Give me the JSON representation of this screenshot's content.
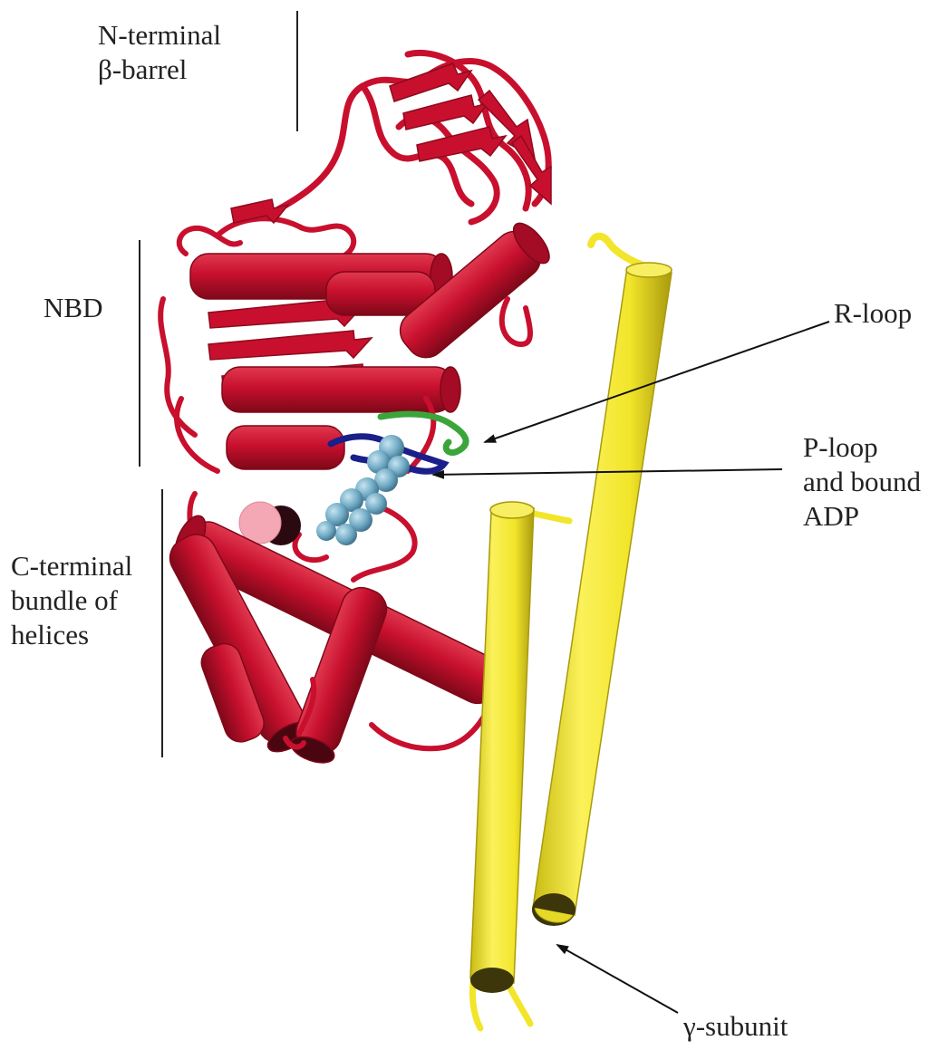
{
  "labels": {
    "n_terminal": [
      "N-terminal",
      "β-barrel"
    ],
    "nbd": "NBD",
    "c_terminal": [
      "C-terminal",
      "bundle of",
      "helices"
    ],
    "r_loop": "R-loop",
    "p_loop": [
      "P-loop",
      "and bound",
      "ADP"
    ],
    "gamma": "γ-subunit"
  },
  "colors": {
    "protein_red": "#c8102e",
    "protein_red_dark": "#8e0a1f",
    "gamma_yellow": "#f2e52a",
    "gamma_yellow_dark": "#b8a914",
    "r_loop_green": "#3aa63a",
    "p_loop_blue": "#1a1f8a",
    "adp_cyan": "#6fa9c4",
    "pink_sphere": "#f4a7b4"
  }
}
